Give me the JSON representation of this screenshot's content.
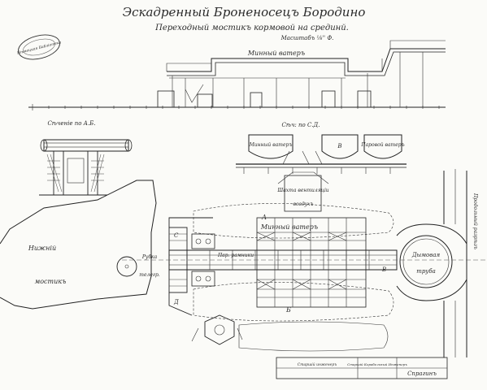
{
  "drawing": {
    "title": "Эскадренный Броненосецъ Бородино",
    "subtitle": "Переходный мостикъ кормовой на срединй.",
    "scale": "Масштабъ ⅛'' Ф.",
    "stamp": "Нѣмецкая Библіотека",
    "labels": {
      "mine_bay_top": "Минный ватеръ",
      "section_ab": "Сѣченіе по А.Б.",
      "section_cd": "Сѣч: по С.Д.",
      "mine_bay_section": "Минный ватеръ",
      "steam_bay_section": "Паровой ватеръ",
      "letter_b_section": "В",
      "ventilation": "Шахта вентиляціи",
      "funnel_section": "воздухъ",
      "lower_bridge": "Нижній",
      "lower_bridge_2": "мостикъ",
      "wheel": "Рубка",
      "wheel_2": "телегр.",
      "mine_bay_plan": "Минный ватеръ",
      "steam_room": "Пар. рамники",
      "funnel_casing": "Дымовая",
      "funnel_casing_2": "труба",
      "letter_a": "А",
      "letter_b": "Б",
      "letter_c": "С",
      "letter_d": "Д",
      "letter_e": "В",
      "right_margin": "Продольный разрѣзъ",
      "signature": "Спрагинъ",
      "note_left": "Старшій инженеръ",
      "note_mid": "Старшій Корабельный Инженеръ"
    }
  }
}
